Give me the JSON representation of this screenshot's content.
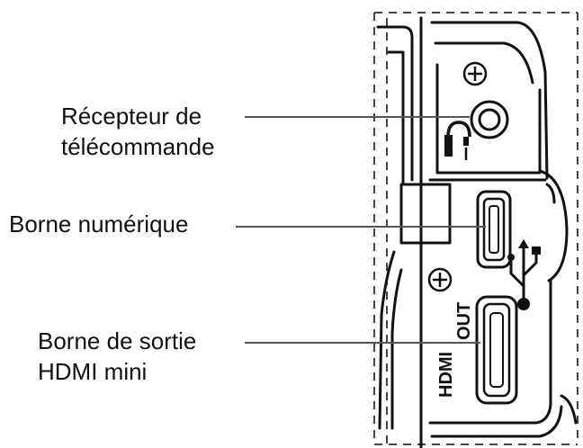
{
  "callouts": {
    "remote_receiver": {
      "line1": "Récepteur de",
      "line2": "télécommande"
    },
    "digital_port": {
      "line1": "Borne numérique"
    },
    "hdmi_port": {
      "line1": "Borne de sortie",
      "line2": "HDMI mini"
    }
  },
  "port_labels": {
    "hdmi": "HDMI",
    "out": "OUT"
  },
  "colors": {
    "ink": "#111111",
    "leader": "#555555",
    "dash": "#444444",
    "background": "#ffffff"
  },
  "icons": {
    "plus_marks": "plus-circle-icon",
    "headphone": "headphone-icon",
    "usb": "usb-icon"
  }
}
